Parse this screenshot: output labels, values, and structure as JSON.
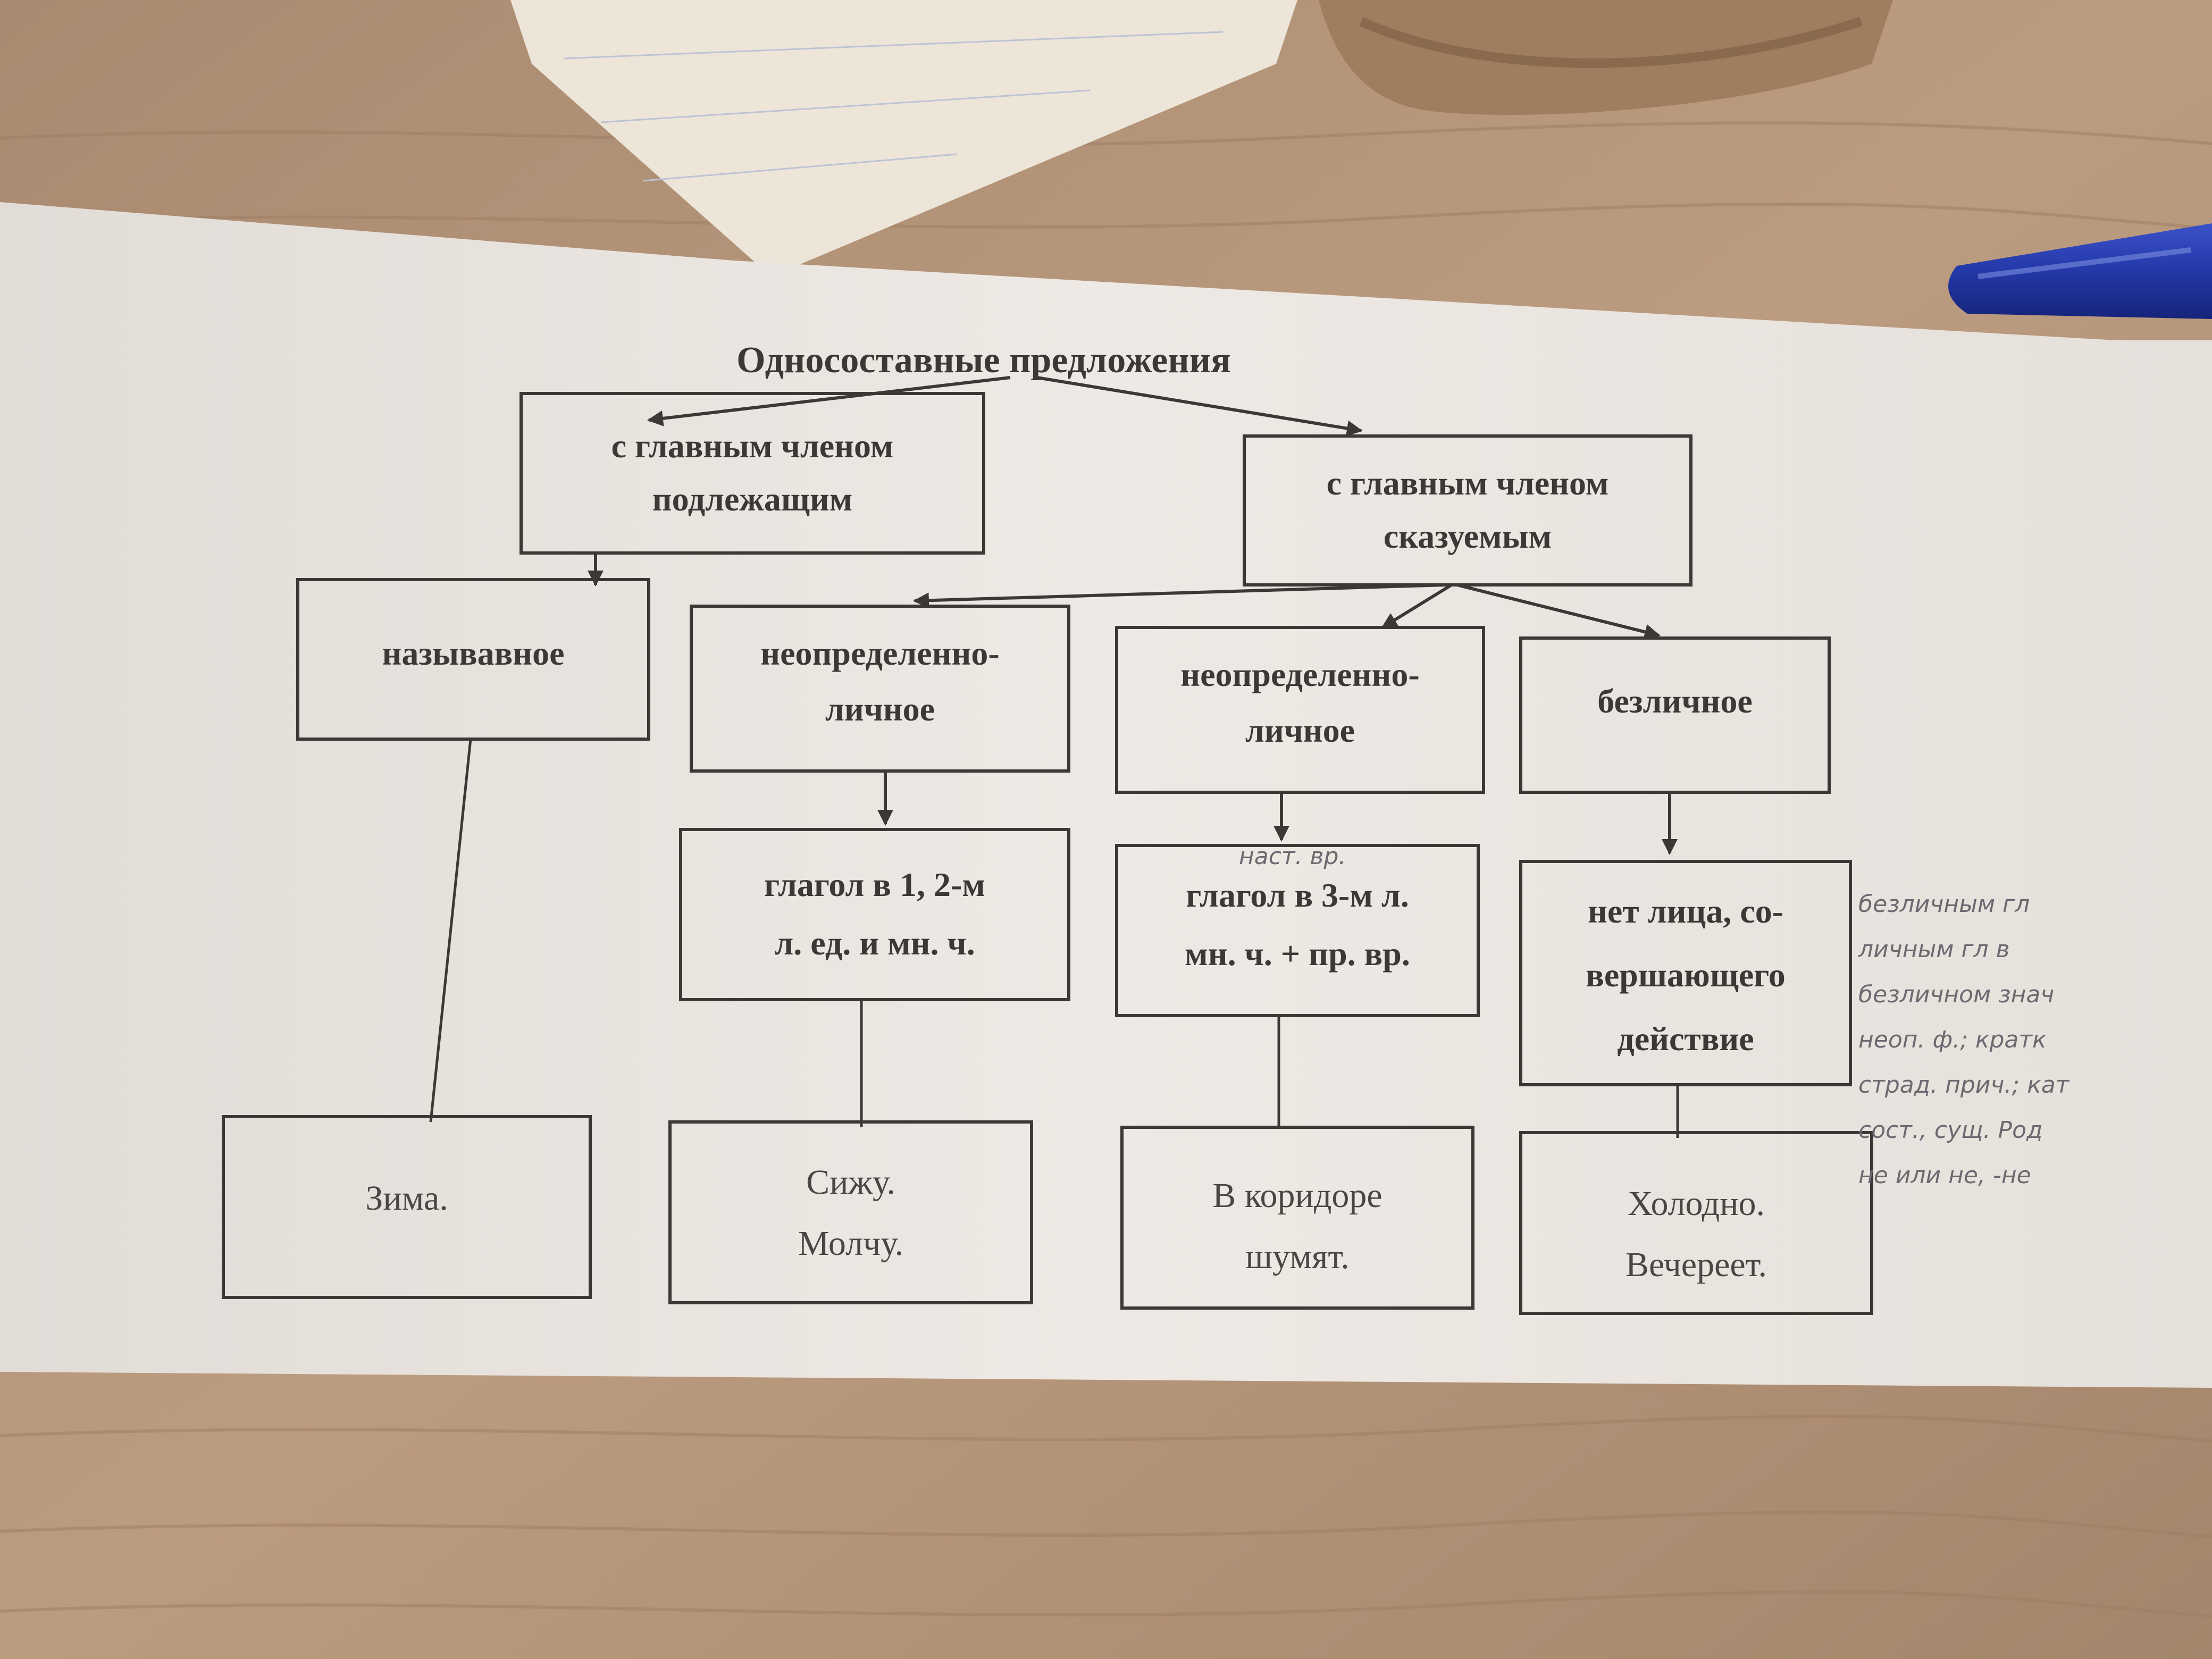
{
  "diagram": {
    "title": "Односоставные предложения",
    "groups": {
      "subject": [
        "с главным членом",
        "подлежащим"
      ],
      "predicate": [
        "с главным членом",
        "сказуемым"
      ]
    },
    "types": [
      {
        "id": "nominative",
        "label": [
          "называвное"
        ],
        "rule": [],
        "examples": [
          "Зима."
        ]
      },
      {
        "id": "definite",
        "label": [
          "неопределенно-",
          "личное"
        ],
        "rule": [
          "глагол в 1, 2-м",
          "л. ед. и мн. ч."
        ],
        "examples": [
          "Сижу.",
          "Молчу."
        ]
      },
      {
        "id": "indefinite",
        "label": [
          "неопределенно-",
          "личное"
        ],
        "rule": [
          "глагол в 3-м л.",
          "мн. ч. + пр. вр."
        ],
        "examples": [
          "В коридоре",
          "шумят."
        ]
      },
      {
        "id": "impersonal",
        "label": [
          "безличное"
        ],
        "rule": [
          "нет лица, со-",
          "вершающего",
          "действие"
        ],
        "examples": [
          "Холодно.",
          "Вечереет."
        ]
      }
    ]
  },
  "handwriting": {
    "note_above_rule": "наст. вр.",
    "margin_lines": [
      "безличным гл",
      "личным гл в",
      "безличном знач",
      "неоп. ф.; кратк",
      "страд. прич.; кат",
      "сост., сущ. Род",
      "не или не, -не"
    ]
  }
}
